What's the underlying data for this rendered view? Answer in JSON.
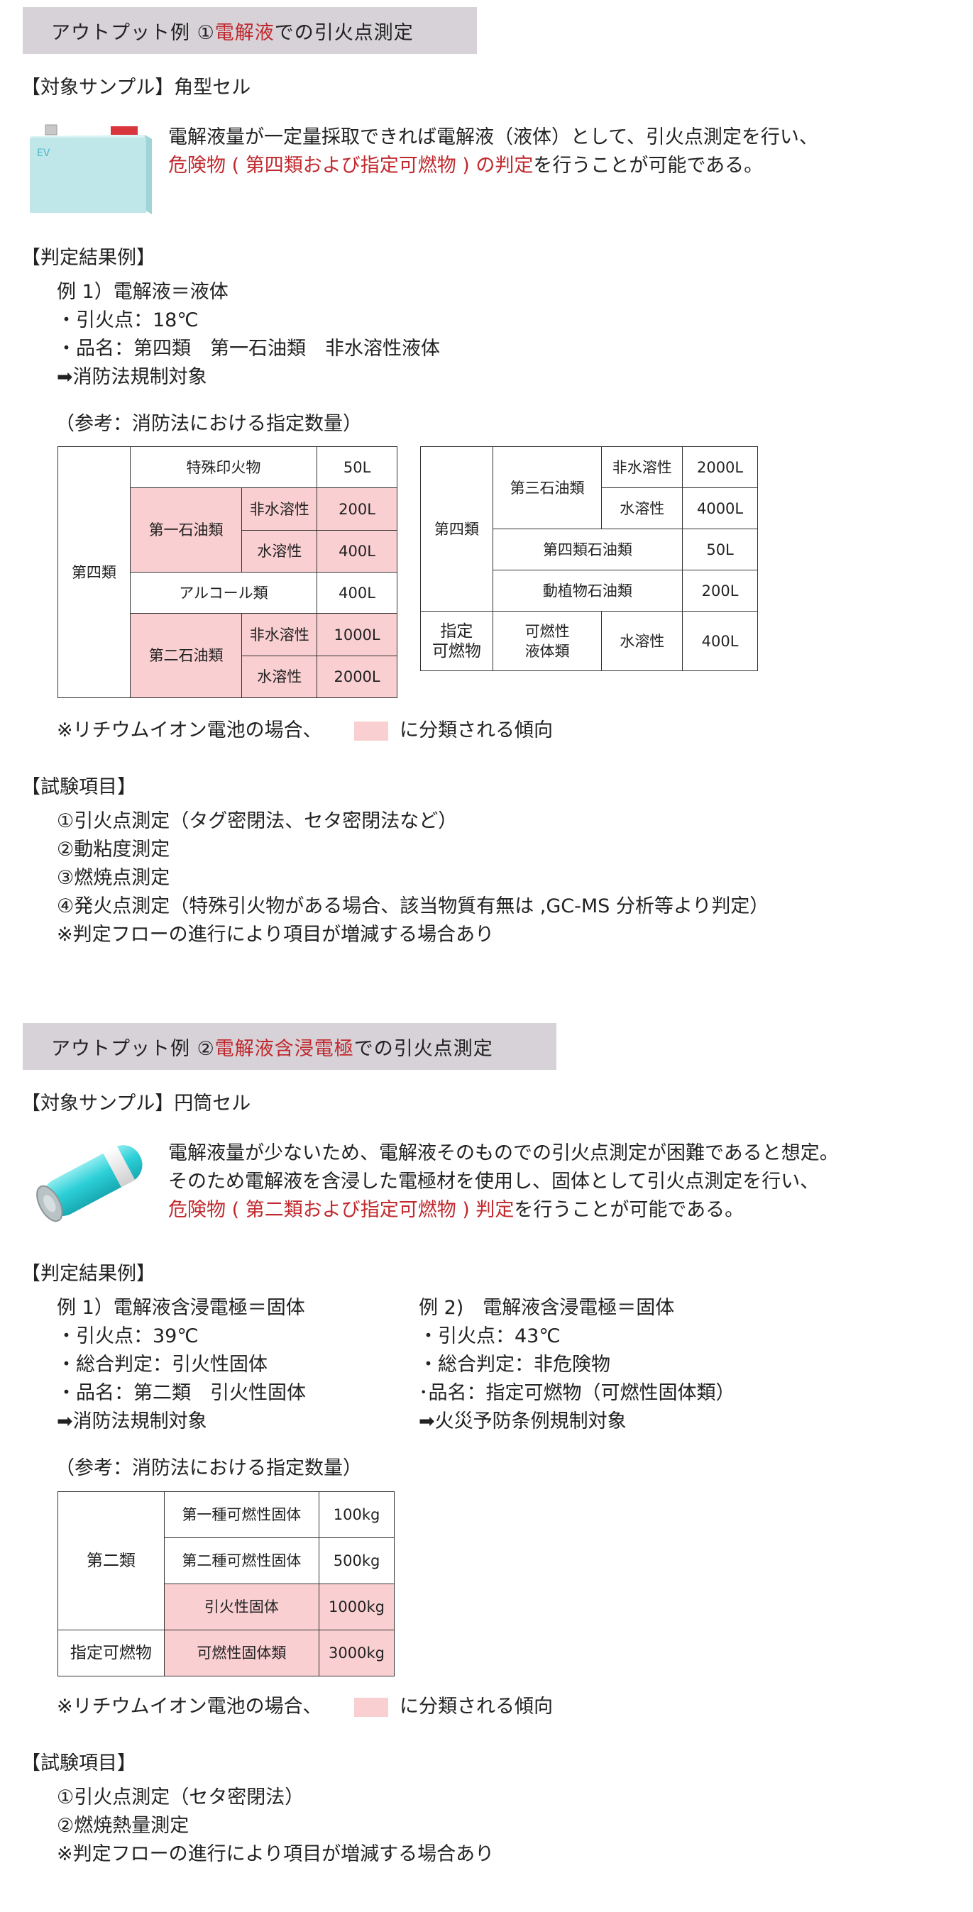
{
  "section1": {
    "header": {
      "prefix": "アウトプット例 ①",
      "highlight": "電解液",
      "suffix": "での引火点測定"
    },
    "sample": "【対象サンプル】角型セル",
    "cell_label": "EV",
    "description": {
      "line1": "電解液量が一定量採取できれば電解液（液体）として、引火点測定を行い、",
      "line2_red": "危険物 ( 第四類および指定可燃物 ) の判定",
      "line2_rest": "を行うことが可能である。"
    },
    "result_heading": "【判定結果例】",
    "example": [
      "例 1）電解液＝液体",
      "・引火点：18℃",
      "・品名：第四類　第一石油類　非水溶性液体",
      "➡消防法規制対象"
    ],
    "ref_title": "（参考：消防法における指定数量）",
    "table_a": {
      "group": "第四類",
      "r1": {
        "name": "特殊印火物",
        "qty": "50L"
      },
      "r2": {
        "name": "第一石油類",
        "sub1": "非水溶性",
        "qty1": "200L",
        "sub2": "水溶性",
        "qty2": "400L"
      },
      "r3": {
        "name": "アルコール類",
        "qty": "400L"
      },
      "r4": {
        "name": "第二石油類",
        "sub1": "非水溶性",
        "qty1": "1000L",
        "sub2": "水溶性",
        "qty2": "2000L"
      }
    },
    "table_b": {
      "group": "第四類",
      "r1": {
        "name": "第三石油類",
        "sub1": "非水溶性",
        "qty1": "2000L",
        "sub2": "水溶性",
        "qty2": "4000L"
      },
      "r2": {
        "name": "第四類石油類",
        "qty": "50L"
      },
      "r3": {
        "name": "動植物石油類",
        "qty": "200L"
      },
      "r4": {
        "group": "指定\n可燃物",
        "name": "可燃性\n液体類",
        "sub": "水溶性",
        "qty": "400L"
      }
    },
    "note_before": "※リチウムイオン電池の場合、",
    "note_after": "に分類される傾向",
    "test_heading": "【試験項目】",
    "tests": [
      "①引火点測定（タグ密閉法、セタ密閉法など）",
      "②動粘度測定",
      "③燃焼点測定",
      "④発火点測定（特殊引火物がある場合、該当物質有無は ,GC-MS 分析等より判定）",
      "※判定フローの進行により項目が増減する場合あり"
    ]
  },
  "section2": {
    "header": {
      "prefix": "アウトプット例 ②",
      "highlight": "電解液含浸電極",
      "suffix": "での引火点測定"
    },
    "sample": "【対象サンプル】円筒セル",
    "description": {
      "line1": "電解液量が少ないため、電解液そのものでの引火点測定が困難であると想定。",
      "line2": "そのため電解液を含浸した電極材を使用し、固体として引火点測定を行い、",
      "line3_red": "危険物 ( 第二類および指定可燃物 ) 判定",
      "line3_rest": "を行うことが可能である。"
    },
    "result_heading": "【判定結果例】",
    "example1": [
      "例 1）電解液含浸電極＝固体",
      "・引火点：39℃",
      "・総合判定：引火性固体",
      "・品名：第二類　引火性固体",
      "➡消防法規制対象"
    ],
    "example2": [
      "例 2)　電解液含浸電極＝固体",
      "・引火点：43℃",
      "・総合判定：非危険物",
      "･品名：指定可燃物（可燃性固体類）",
      "➡火災予防条例規制対象"
    ],
    "ref_title": "（参考：消防法における指定数量）",
    "table_c": {
      "group": "第二類",
      "r1": {
        "name": "第一種可燃性固体",
        "qty": "100kg"
      },
      "r2": {
        "name": "第二種可燃性固体",
        "qty": "500kg"
      },
      "r3": {
        "name": "引火性固体",
        "qty": "1000kg"
      },
      "r4": {
        "group": "指定可燃物",
        "name": "可燃性固体類",
        "qty": "3000kg"
      }
    },
    "note_before": "※リチウムイオン電池の場合、",
    "note_after": "に分類される傾向",
    "test_heading": "【試験項目】",
    "tests": [
      "①引火点測定（セタ密閉法）",
      "②燃焼熱量測定",
      "※判定フローの進行により項目が増減する場合あり"
    ]
  },
  "colors": {
    "header_bg": "#d6d2d7",
    "accent_red": "#c0282d",
    "pink": "#f9cfd1",
    "battery_cyan": "#2ed0d8",
    "cell_body": "#bfe7ea"
  }
}
